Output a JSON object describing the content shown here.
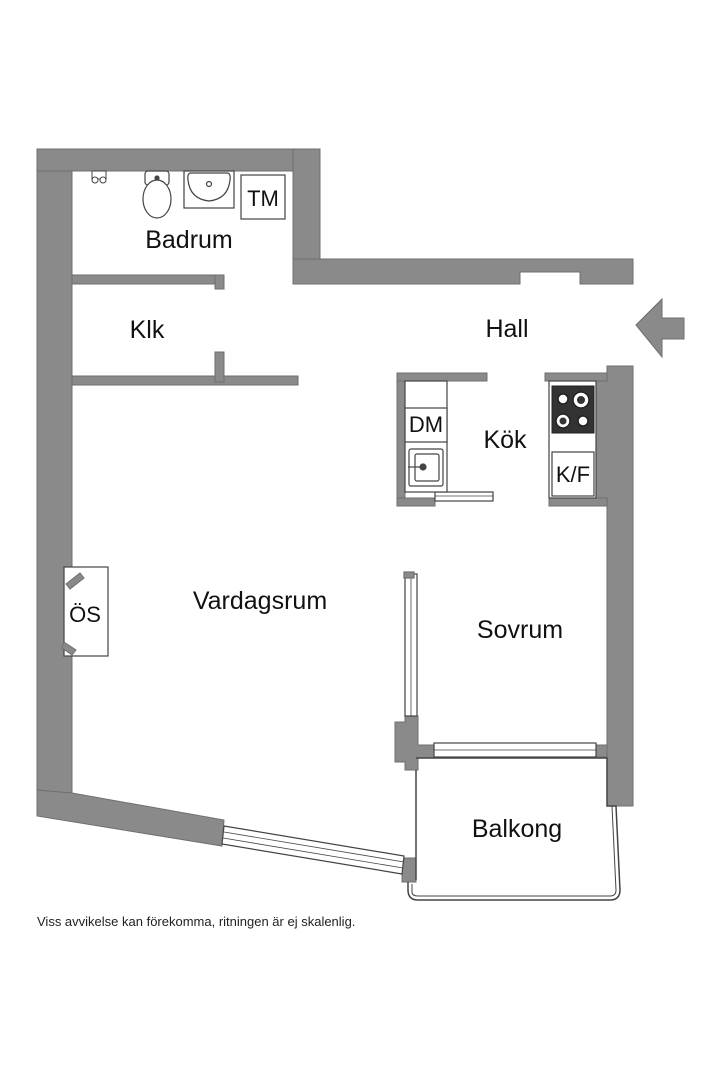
{
  "floorplan": {
    "rooms": {
      "badrum": "Badrum",
      "klk": "Klk",
      "hall": "Hall",
      "kok": "Kök",
      "vardagsrum": "Vardagsrum",
      "sovrum": "Sovrum",
      "balkong": "Balkong"
    },
    "fixtures": {
      "tm": "TM",
      "dm": "DM",
      "kf": "K/F",
      "os": "ÖS"
    },
    "colors": {
      "wall": "#8a8a8a",
      "wall_edge": "#6f6f6f",
      "line": "#444444",
      "background": "#ffffff"
    },
    "icons": [
      "entrance-arrow-icon",
      "toilet-icon",
      "washbasin-icon",
      "stove-icon",
      "kitchen-sink-icon",
      "shower-tap-icon"
    ]
  },
  "disclaimer": "Viss avvikelse kan förekomma, ritningen är ej skalenlig."
}
